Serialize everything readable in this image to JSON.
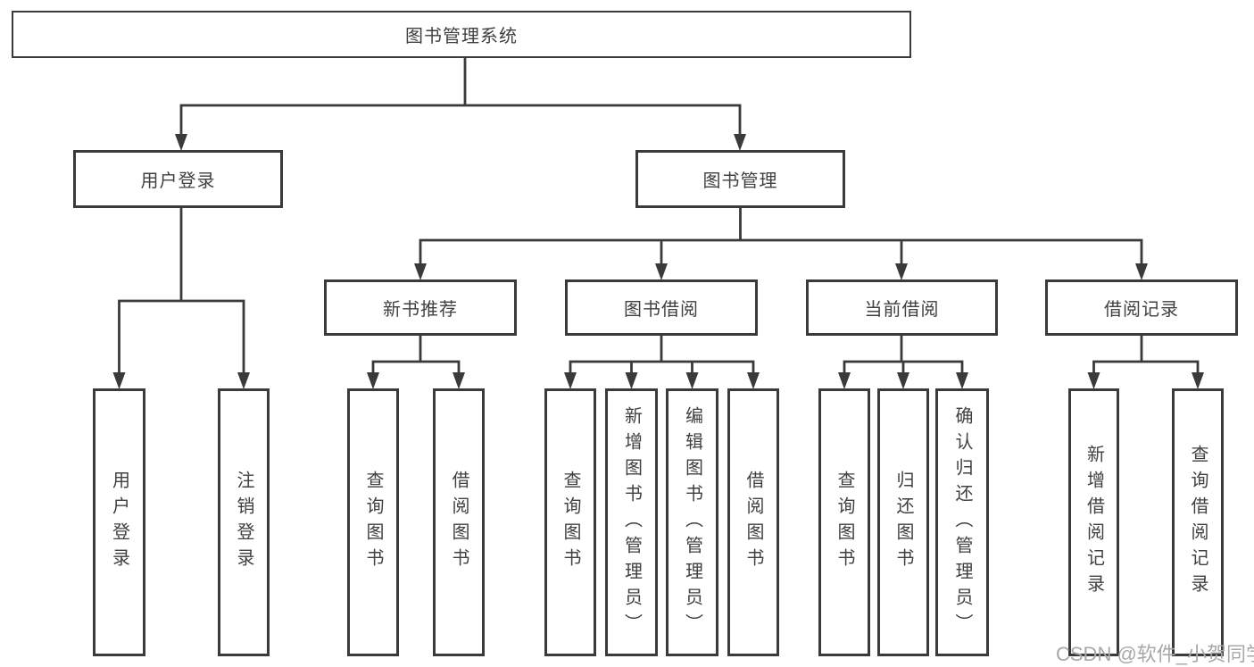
{
  "title": {
    "label": "图书管理系统"
  },
  "level2": {
    "user_login": {
      "label": "用户登录"
    },
    "book_mgmt": {
      "label": "图书管理"
    }
  },
  "level3": {
    "new_books": {
      "label": "新书推荐"
    },
    "borrowing": {
      "label": "图书借阅"
    },
    "current": {
      "label": "当前借阅"
    },
    "records": {
      "label": "借阅记录"
    }
  },
  "leaves": {
    "login": {
      "label": "用户登录"
    },
    "logout": {
      "label": "注销登录"
    },
    "nb_query": {
      "label": "查询图书"
    },
    "nb_borrow": {
      "label": "借阅图书"
    },
    "bb_query": {
      "label": "查询图书"
    },
    "bb_add": {
      "label": "新增图书（管理员）"
    },
    "bb_edit": {
      "label": "编辑图书（管理员）"
    },
    "bb_borrow": {
      "label": "借阅图书"
    },
    "cb_query": {
      "label": "查询图书"
    },
    "cb_return": {
      "label": "归还图书"
    },
    "cb_confirm": {
      "label": "确认归还（管理员）"
    },
    "rec_add": {
      "label": "新增借阅记录"
    },
    "rec_query": {
      "label": "查询借阅记录"
    }
  },
  "watermark": {
    "text": "CSDN @软件_小贺同学"
  },
  "colors": {
    "line": "#3a3a3a",
    "text": "#404040",
    "watermark": "#a8a8a8",
    "background": "#ffffff"
  }
}
